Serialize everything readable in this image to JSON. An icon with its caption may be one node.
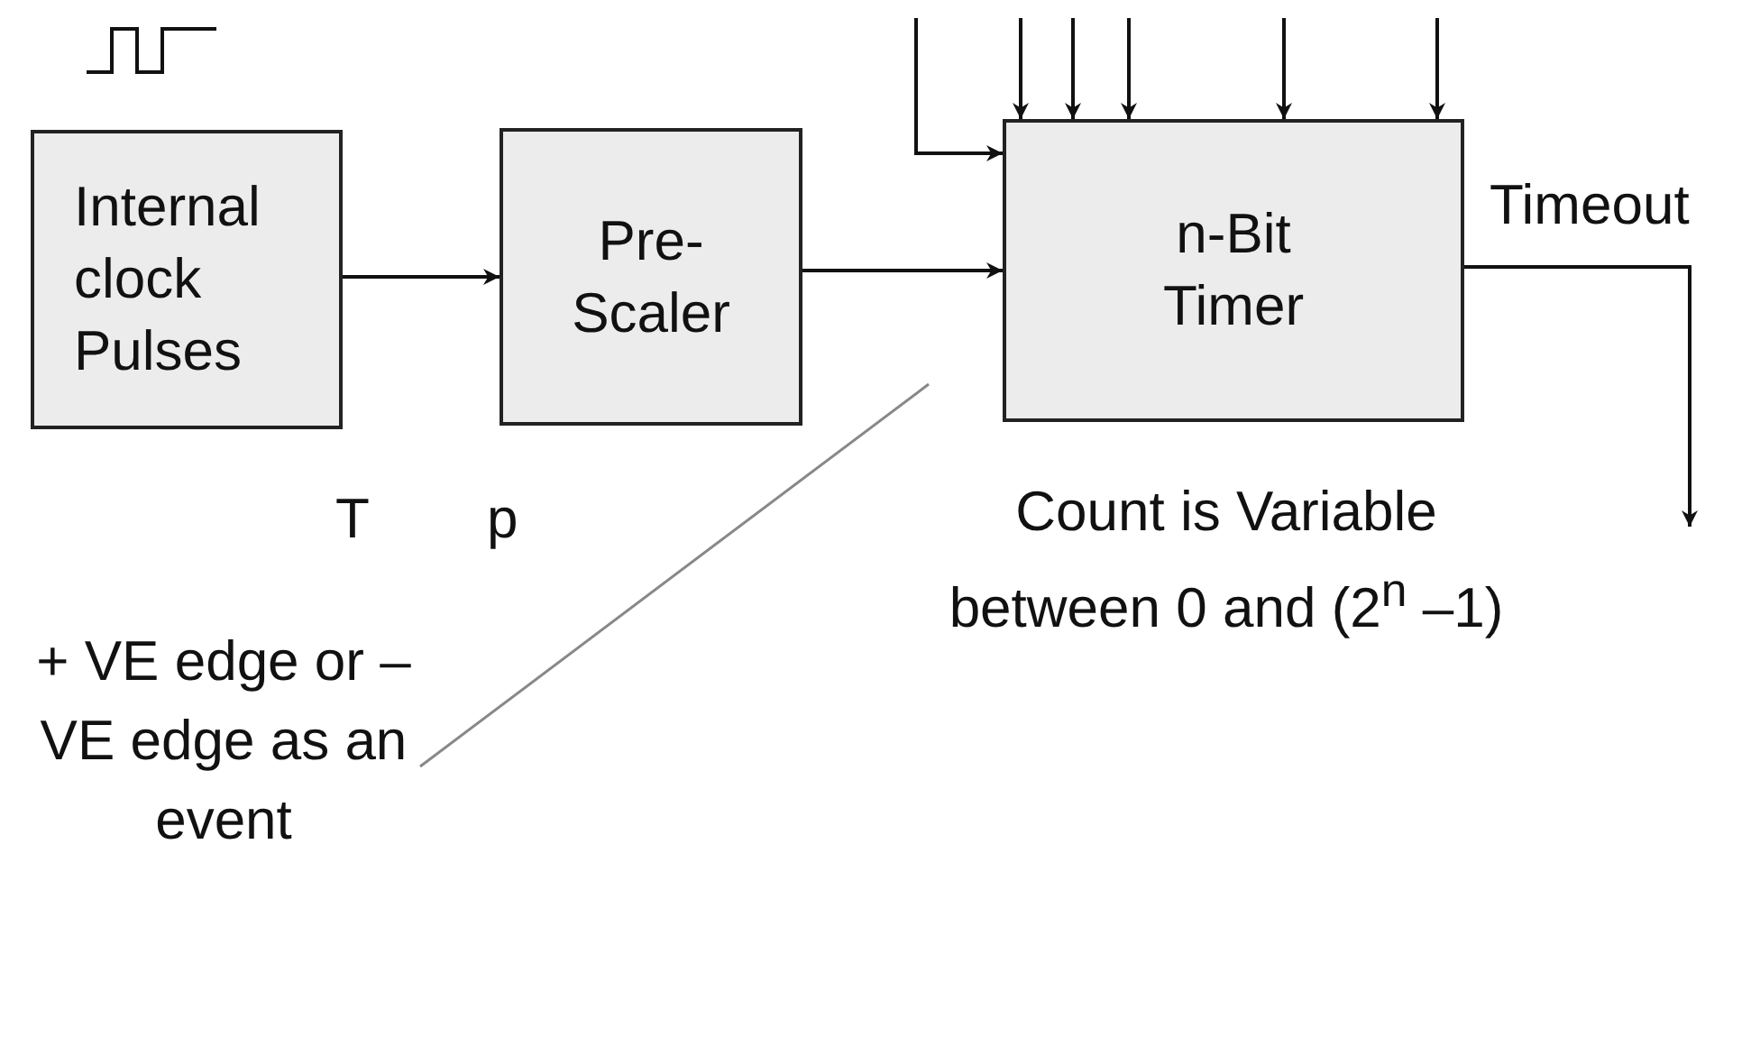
{
  "diagram": {
    "nodes": [
      {
        "text": [
          "Internal clock Pulses"
        ]
      },
      {
        "text": [
          "Pre- Scaler"
        ]
      },
      {
        "text": [
          "n-Bit Timer"
        ],
        "beside": [
          "Count is Variable between 0 and (2$^{n}$ –1)"
        ]
      },
      {
        "text": [
          "+ VE edge or – VE edge as an event"
        ]
      }
    ],
    "edges": [
      {
        "from": 0,
        "to": 1,
        "arrow": "to"
      },
      {
        "from": 1,
        "to": 2,
        "arrow": "to"
      },
      {
        "from": null,
        "to": 2,
        "arrow": "to"
      },
      {
        "from": null,
        "to": 2,
        "arrow": "to"
      },
      {
        "from": null,
        "to": 2,
        "arrow": "to"
      },
      {
        "from": null,
        "to": 2,
        "arrow": "to"
      },
      {
        "from": null,
        "to": 2,
        "arrow": "to"
      },
      {
        "from": null,
        "to": 2,
        "arrow": "to"
      },
      {
        "from": 2,
        "to": null,
        "arrow": "to",
        "label": "Timeout"
      },
      {
        "from": 3,
        "to": null,
        "arrow": "none",
        "color": "#888888"
      }
    ],
    "labels": [
      "T",
      "p"
    ]
  }
}
